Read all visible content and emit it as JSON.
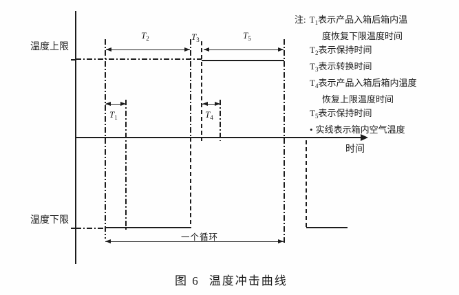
{
  "figure_caption": {
    "prefix": "图 6",
    "title": "温度冲击曲线"
  },
  "axes": {
    "x_label": "时间",
    "upper_limit_label": "温度上限",
    "lower_limit_label": "温度下限"
  },
  "cycle": {
    "label": "一个循环"
  },
  "markers": {
    "t1": {
      "base": "T",
      "sub": "1"
    },
    "t2": {
      "base": "T",
      "sub": "2"
    },
    "t3": {
      "base": "T",
      "sub": "3"
    },
    "t4": {
      "base": "T",
      "sub": "4"
    },
    "t5": {
      "base": "T",
      "sub": "5"
    }
  },
  "notes": {
    "prefix": "注:",
    "lines": [
      {
        "tbase": "T",
        "tsub": "1",
        "text": "表示产品入箱后箱内温"
      },
      {
        "text": "度恢复下限温度时间"
      },
      {
        "tbase": "T",
        "tsub": "2",
        "text": "表示保持时间"
      },
      {
        "tbase": "T",
        "tsub": "3",
        "text": "表示转换时间"
      },
      {
        "tbase": "T",
        "tsub": "4",
        "text": "表示产品入箱后箱内温度"
      },
      {
        "text": "恢复上限温度时间"
      },
      {
        "tbase": "T",
        "tsub": "5",
        "text": "表示保持时间"
      },
      {
        "bullet": "•",
        "text": "实线表示箱内空气温度"
      }
    ]
  },
  "colors": {
    "ink": "#1c1c1c",
    "background": "#fefefe"
  }
}
